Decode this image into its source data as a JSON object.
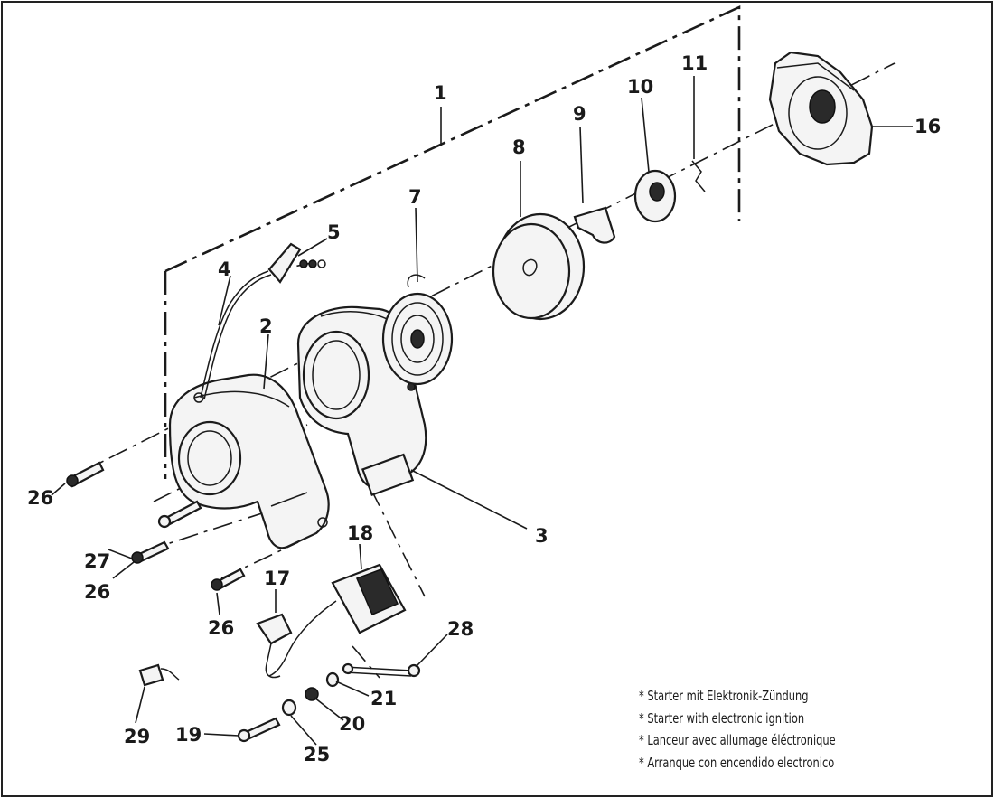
{
  "callouts": {
    "p1": "1",
    "p2": "2",
    "p3": "3",
    "p4": "4",
    "p5": "5",
    "p7": "7",
    "p8": "8",
    "p9": "9",
    "p10": "10",
    "p11": "11",
    "p16": "16",
    "p17": "17",
    "p18": "18",
    "p19": "19",
    "p20": "20",
    "p21": "21",
    "p25": "25",
    "p26a": "26",
    "p26b": "26",
    "p26c": "26",
    "p27": "27",
    "p28": "28",
    "p29": "29"
  },
  "notes": [
    "* Starter mit Elektronik-Zündung",
    "* Starter with electronic ignition",
    "* Lanceur avec allumage éléctronique",
    "* Arranque con encendido electronico"
  ]
}
